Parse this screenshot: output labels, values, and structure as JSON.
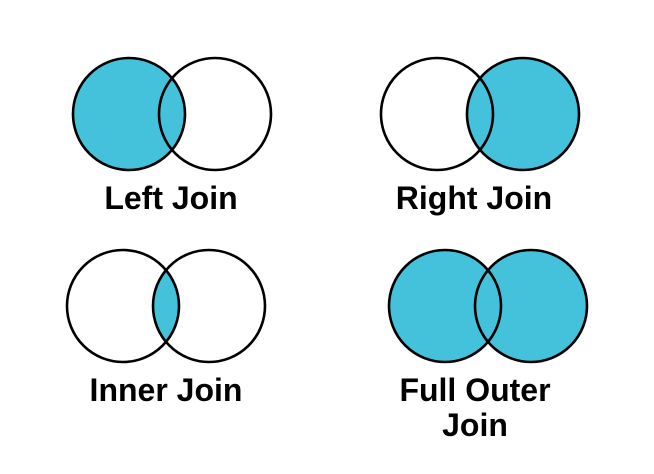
{
  "colors": {
    "accent": "#45C2DB",
    "circle_outline": "#000000",
    "label_text": "#000000",
    "empty_fill": "#ffffff",
    "background": "#ffffff"
  },
  "diagrams": [
    {
      "id": "left-join",
      "label": "Left Join",
      "filled_region": "left-circle"
    },
    {
      "id": "right-join",
      "label": "Right Join",
      "filled_region": "right-circle"
    },
    {
      "id": "inner-join",
      "label": "Inner Join",
      "filled_region": "intersection"
    },
    {
      "id": "full-outer-join",
      "label": "Full Outer Join",
      "filled_region": "both-circles"
    }
  ]
}
